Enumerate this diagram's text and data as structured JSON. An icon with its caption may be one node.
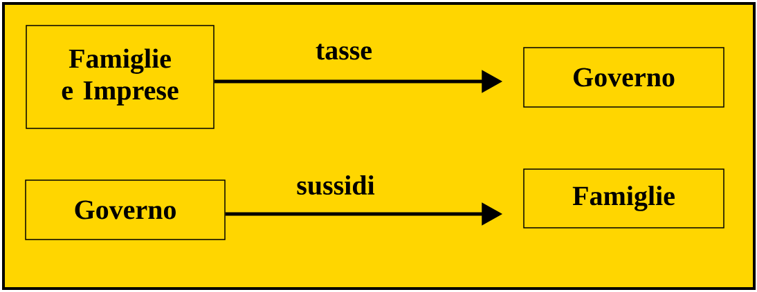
{
  "diagram": {
    "nodes": [
      {
        "text": [
          "Famiglie e Imprese"
        ]
      },
      {
        "text": [
          "Governo"
        ]
      },
      {
        "text": [
          "Governo"
        ]
      },
      {
        "text": [
          "Famiglie"
        ]
      }
    ],
    "edges": [
      {
        "from": 0,
        "to": 1,
        "arrow": "to",
        "label": "tasse"
      },
      {
        "from": 2,
        "to": 3,
        "arrow": "to",
        "label": "sussidi"
      }
    ]
  }
}
